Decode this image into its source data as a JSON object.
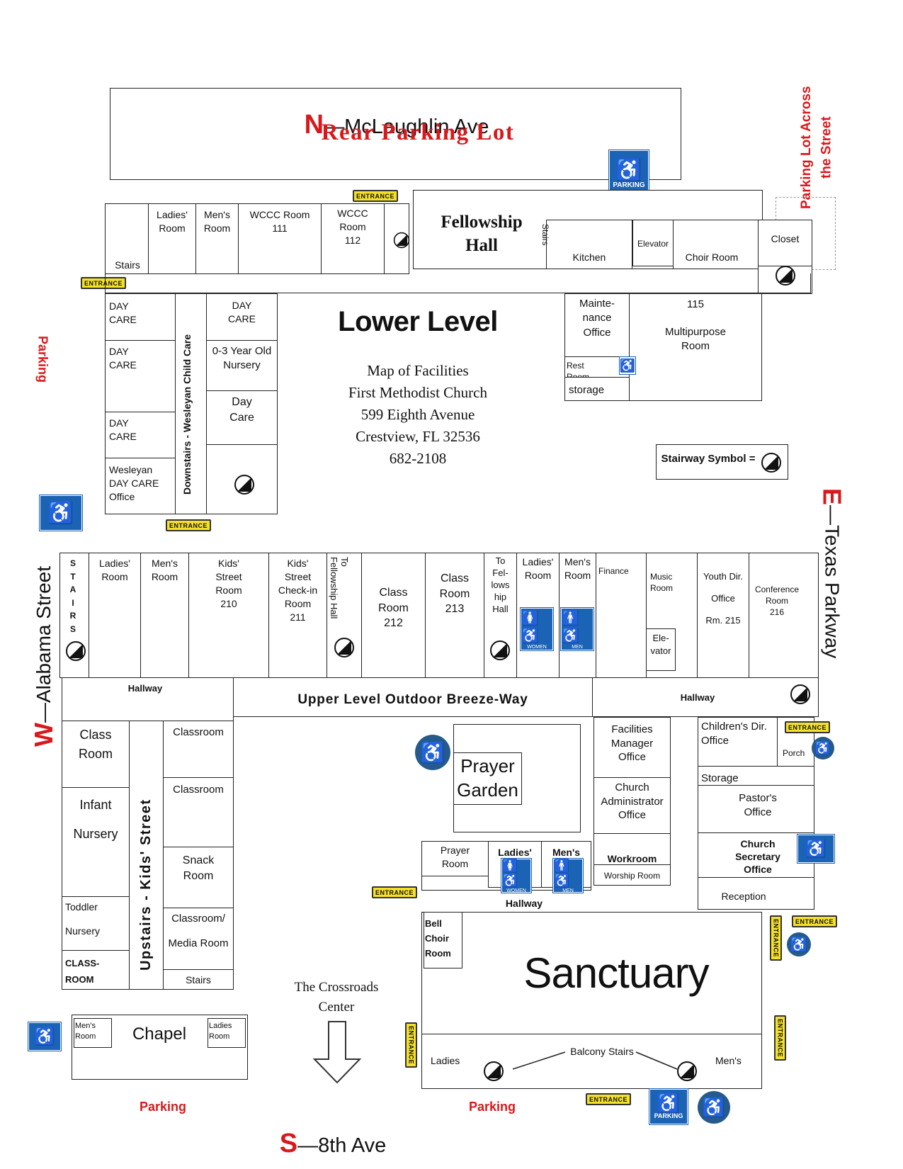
{
  "streets": {
    "north_letter": "N",
    "north_name": "—McLaughlin Ave",
    "south_letter": "S",
    "south_name": "—8th Ave",
    "west_letter": "W",
    "west_name": "—Alabama Street",
    "east_letter": "E",
    "east_name": "—Texas Parkway"
  },
  "parking": {
    "rear_lot": "Rear Parking Lot",
    "across_street": "Parking Lot Across the Street",
    "west": "Parking",
    "south_west": "Parking",
    "south_east": "Parking",
    "sign": "PARKING"
  },
  "entrance_label": "ENTRANCE",
  "title": {
    "level": "Lower Level",
    "line1": "Map of Facilities",
    "line2": "First Methodist Church",
    "line3": "599 Eighth Avenue",
    "line4": "Crestview, FL 32536",
    "line5": "682-2108"
  },
  "legend": {
    "stairway_symbol": "Stairway Symbol ="
  },
  "lower_level": {
    "stairs": "Stairs",
    "ladies_room": "Ladies'\nRoom",
    "mens_room": "Men's\nRoom",
    "wccc_111": "WCCC Room\n111",
    "wccc_112": "WCCC\nRoom\n112",
    "fellowship_hall": "Fellowship\nHall",
    "stairs_vertical": "Stairs",
    "kitchen": "Kitchen",
    "elevator": "Elevator",
    "choir_room": "Choir Room",
    "closet": "Closet",
    "day_care_1": "DAY\nCARE",
    "day_care_2": "DAY\nCARE",
    "day_care_3": "DAY\nCARE",
    "wesleyan_office": "Wesleyan\nDAY CARE\nOffice",
    "downstairs_wesleyan": "Downstairs - Wesleyan Child Care",
    "day_care_4": "DAY\nCARE",
    "nursery_0_3": "0-3 Year Old\nNursery",
    "day_care_5": "Day\nCare",
    "maintenance": "Mainte-\nnance\nOffice",
    "multipurpose": "115\n\nMultipurpose\nRoom",
    "rest_room": "Rest Room",
    "storage": "storage"
  },
  "upper_level": {
    "stairs_letters": "S\nT\nA\nI\nR\nS",
    "ladies_room": "Ladies'\nRoom",
    "mens_room": "Men's\nRoom",
    "kids_210": "Kids'\nStreet\nRoom\n210",
    "kids_211": "Kids'\nStreet\nCheck-in\nRoom\n211",
    "to_fellowship": "To\nFellowship Hall",
    "class_212": "Class\nRoom\n212",
    "class_213": "Class\nRoom\n213",
    "to_fellowship_2": "To\nFel-\nlows\nhip\nHall",
    "ladies_room_2": "Ladies'\nRoom",
    "mens_room_2": "Men's\nRoom",
    "women": "WOMEN",
    "men": "MEN",
    "finance": "Finance",
    "music_room": "Music\nRoom",
    "elevator": "Ele-\nvator",
    "youth_office": "Youth Dir.\n\nOffice\n\nRm. 215",
    "conference": "Conference\nRoom\n216",
    "hallway_w": "Hallway",
    "breezeway": "Upper Level Outdoor Breeze-Way",
    "hallway_e": "Hallway"
  },
  "west_wing": {
    "class_room": "Class\nRoom",
    "infant_nursery": "Infant\n\nNursery",
    "toddler_nursery": "Toddler\n\nNursery",
    "classroom_small": "CLASS-\nROOM",
    "upstairs_kids": "Upstairs - Kids' Street",
    "classroom_1": "Classroom",
    "classroom_2": "Classroom",
    "snack_room": "Snack\nRoom",
    "media_room": "Classroom/\n\nMedia Room",
    "stairs": "Stairs"
  },
  "chapel": {
    "name": "Chapel",
    "mens": "Men's\nRoom",
    "ladies": "Ladies\nRoom"
  },
  "crossroads": "The Crossroads\nCenter",
  "center": {
    "prayer_garden": "Prayer\nGarden",
    "prayer_room": "Prayer\nRoom",
    "ladies": "Ladies'",
    "mens": "Men's",
    "hallway": "Hallway",
    "bell_choir": "Bell\nChoir\nRoom",
    "sanctuary": "Sanctuary",
    "ladies_bottom": "Ladies",
    "balcony_stairs": "Balcony Stairs",
    "mens_bottom": "Men's"
  },
  "east_wing": {
    "facilities": "Facilities\nManager\nOffice",
    "administrator": "Church\nAdministrator\nOffice",
    "workroom": "Workroom",
    "worship_room": "Worship Room",
    "childrens": "Children's Dir.\nOffice",
    "porch": "Porch",
    "storage": "Storage",
    "pastor": "Pastor's\nOffice",
    "secretary": "Church\nSecretary\nOffice",
    "reception": "Reception"
  }
}
